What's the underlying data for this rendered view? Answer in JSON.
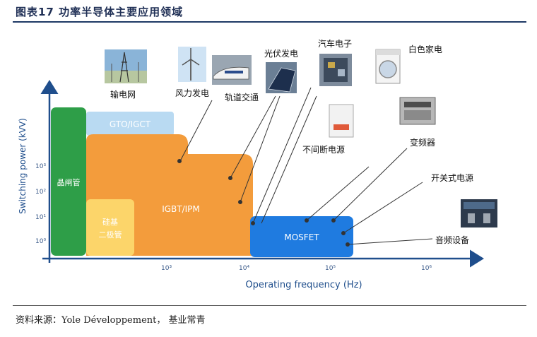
{
  "figure": {
    "title": "图表17 功率半导体主要应用领域",
    "source": "资料来源：Yole Développement，  基业常青"
  },
  "axes": {
    "ylabel": "Switching power (kVV)",
    "xlabel": "Operating frequency (Hz)",
    "yticks": [
      "10³",
      "10²",
      "10¹",
      "10⁰"
    ],
    "xticks": [
      "10³",
      "10⁴",
      "10⁵",
      "10⁶"
    ]
  },
  "regions": {
    "thyristor": "晶闸管",
    "gto": "GTO/IGCT",
    "igbt": "IGBT/IPM",
    "diode_line1": "硅基",
    "diode_line2": "二极管",
    "mosfet": "MOSFET"
  },
  "applications": {
    "grid": "输电网",
    "wind": "风力发电",
    "rail": "轨道交通",
    "solar": "光伏发电",
    "auto": "汽车电子",
    "appliance": "白色家电",
    "ups": "不间断电源",
    "inverter": "变频器",
    "smps": "开关式电源",
    "audio": "音频设备"
  },
  "colors": {
    "thyristor": "#2e9e48",
    "gto": "#b9daf2",
    "igbt": "#f39c3c",
    "diode": "#fcd56a",
    "mosfet": "#1f7be0",
    "axis": "#1f4e8c"
  }
}
